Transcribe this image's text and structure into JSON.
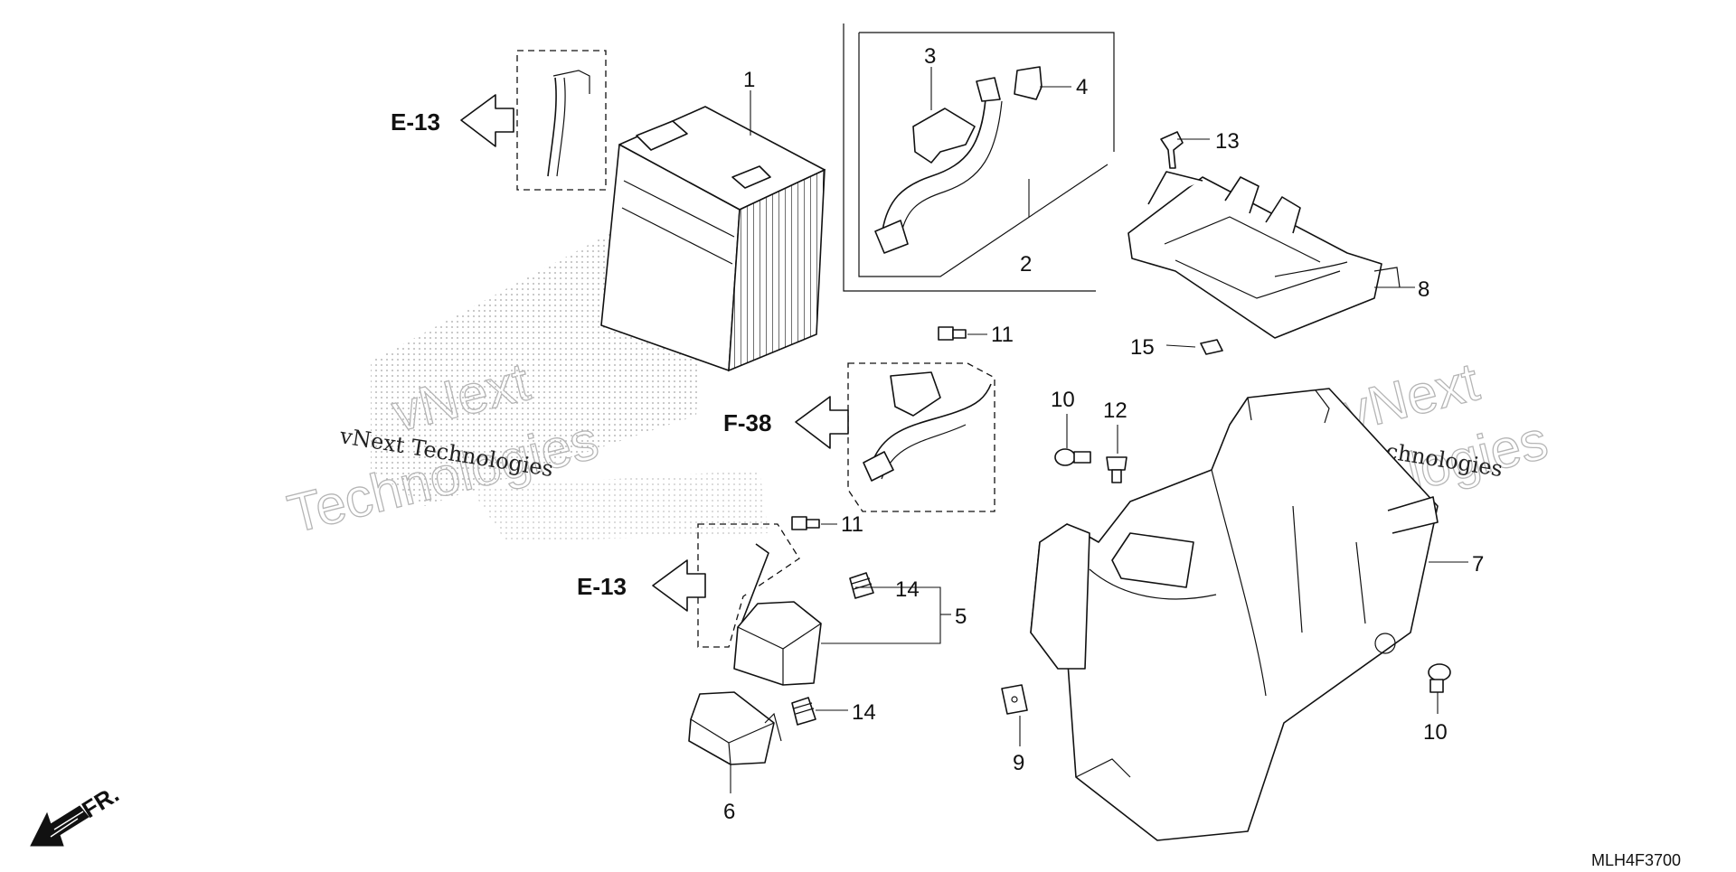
{
  "callouts": {
    "c1": "1",
    "c2": "2",
    "c3": "3",
    "c4": "4",
    "c5": "5",
    "c6": "6",
    "c7": "7",
    "c8": "8",
    "c9": "9",
    "c10a": "10",
    "c10b": "10",
    "c11a": "11",
    "c11b": "11",
    "c12": "12",
    "c13": "13",
    "c14a": "14",
    "c14b": "14",
    "c15": "15"
  },
  "references": {
    "e13_top": "E-13",
    "f38": "F-38",
    "e13_bottom": "E-13"
  },
  "direction_label": "FR.",
  "diagram_code": "MLH4F3700",
  "watermarks": {
    "line_left": "vNext Technologies",
    "line_right": "vNext Technologies",
    "outline_a": "vNext",
    "outline_b": "Technologies",
    "outline_c": "vNext",
    "outline_d": "Technologies"
  },
  "colors": {
    "ink": "#111111",
    "watermark": "#b5b5b5",
    "paper": "#ffffff"
  }
}
